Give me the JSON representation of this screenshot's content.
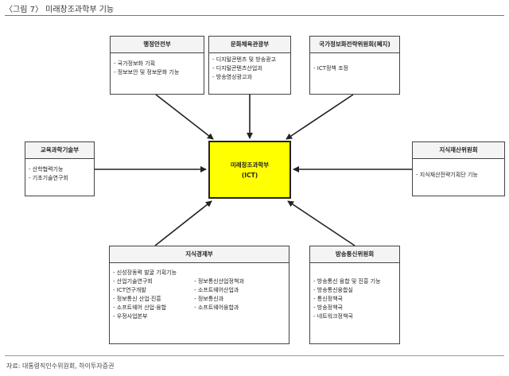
{
  "figure_title": "〈그림 7〉 미래창조과학부 기능",
  "source": "자료: 대통령직인수위원회, 하이투자증권",
  "center": {
    "line1": "미래창조과학부",
    "line2": "(ICT)"
  },
  "boxes": {
    "haengan": {
      "title": "행정안전부",
      "items": [
        "국가정보화 기획",
        "정보보안 및 정보문화 기능"
      ]
    },
    "munhwa": {
      "title": "문화체육관광부",
      "items": [
        "디지털콘텐츠 및 방송광고",
        "디지털콘텐츠산업과",
        "방송영상광고과"
      ]
    },
    "gukga": {
      "title": "국가정보화전략위원회(폐지)",
      "items": [
        "ICT정책 조정"
      ]
    },
    "gyoyuk": {
      "title": "교육과학기술부",
      "items": [
        "산학협력기능",
        "기초기술연구회"
      ]
    },
    "jisik_jaesan": {
      "title": "지식재산위원회",
      "items": [
        "지식재산전략기획단 기능"
      ]
    },
    "jisik_gyeongje": {
      "title": "지식경제부",
      "items_left": [
        "신성장동력 발굴 기획기능",
        "산업기술연구회",
        "ICT연구개발",
        "정보통신 산업·진흥",
        "소프트웨어 산업·융합",
        "우정사업본부"
      ],
      "items_right": [
        "정보통신산업정책과",
        "소프트웨어산업과",
        "정보통신과",
        "소프트웨어융합과"
      ]
    },
    "bangsong": {
      "title": "방송통신위원회",
      "items": [
        "방송통신 융합 및 진흥 기능",
        "방송통신융합실",
        "통신정책국",
        "방송정책국",
        "네트워크정책국"
      ]
    }
  },
  "colors": {
    "center_fill": "#ffff00",
    "border": "#444444",
    "arrow": "#222222"
  }
}
